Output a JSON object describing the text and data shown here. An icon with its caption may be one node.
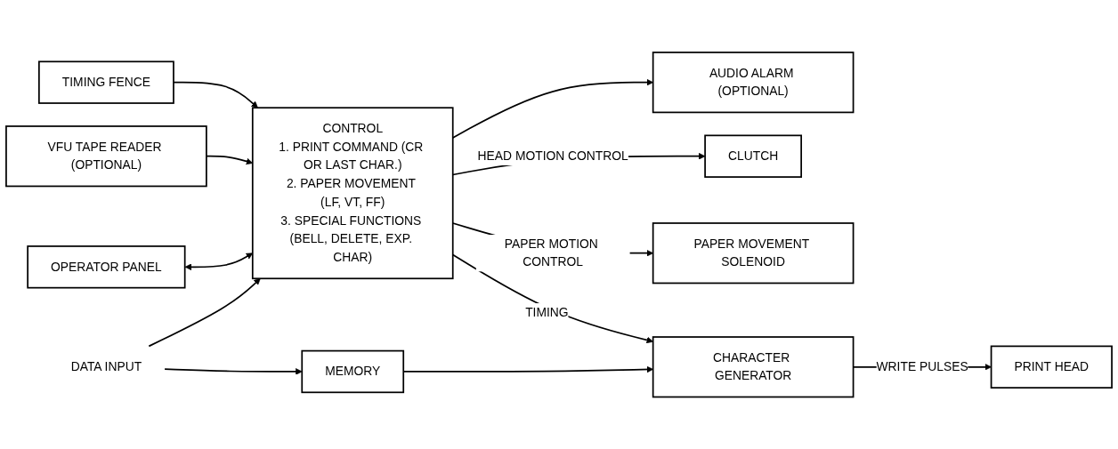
{
  "diagram": {
    "nodes": [
      {
        "text": [
          "TIMING FENCE"
        ]
      },
      {
        "text": [
          "VFU TAPE READER (OPTIONAL)"
        ]
      },
      {
        "text": [
          "OPERATOR PANEL"
        ]
      },
      {
        "text": [
          "AUDIO ALARM (OPTIONAL)"
        ]
      },
      {
        "text": [
          "DATA INPUT"
        ]
      },
      {
        "text": [
          "CONTROL",
          "1. PRINT COMMAND (CR OR LAST CHAR.)",
          "2. PAPER MOVEMENT (LF, VT, FF)",
          "3. SPECIAL FUNCTIONS (BELL, DELETE, EXP. CHAR)"
        ]
      },
      {
        "text": [
          "CLUTCH"
        ]
      },
      {
        "text": [
          "PAPER MOVEMENT SOLENOID"
        ]
      },
      {
        "text": [
          "MEMORY"
        ]
      },
      {
        "text": [
          "CHARACTER GENERATOR"
        ]
      },
      {
        "text": [
          "PRINT HEAD"
        ]
      }
    ],
    "edges": [
      {
        "from": 0,
        "to": 5,
        "arrow": "to"
      },
      {
        "from": 1,
        "to": 5,
        "arrow": "to"
      },
      {
        "from": 2,
        "to": 5,
        "arrow": "both"
      },
      {
        "from": 5,
        "to": 3,
        "arrow": "to"
      },
      {
        "from": 4,
        "to": 5,
        "arrow": "to"
      },
      {
        "from": 4,
        "to": 8,
        "arrow": "to"
      },
      {
        "from": 5,
        "to": 6,
        "arrow": "to",
        "label": "HEAD MOTION CONTROL"
      },
      {
        "from": 5,
        "to": 7,
        "arrow": "to",
        "label": "PAPER MOTION CONTROL"
      },
      {
        "from": 5,
        "to": 9,
        "arrow": "to",
        "label": "TIMING"
      },
      {
        "from": 8,
        "to": 9,
        "arrow": "to"
      },
      {
        "from": 9,
        "to": 10,
        "arrow": "to",
        "label": "WRITE PULSES"
      }
    ]
  }
}
